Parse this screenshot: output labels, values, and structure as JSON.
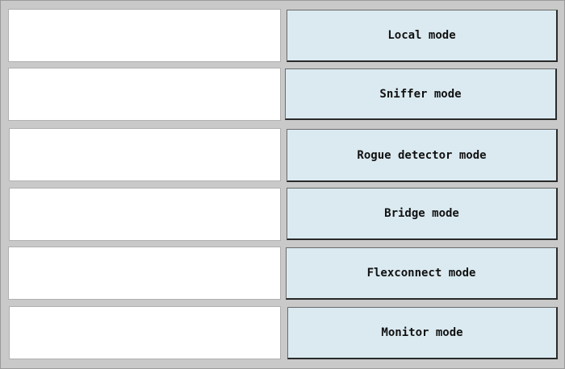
{
  "options": [
    {
      "label": "Local mode"
    },
    {
      "label": "Sniffer mode"
    },
    {
      "label": "Rogue detector mode"
    },
    {
      "label": "Bridge mode"
    },
    {
      "label": "Flexconnect mode"
    },
    {
      "label": "Monitor mode"
    }
  ],
  "colors": {
    "background": "#c9c9c9",
    "drop_target": "#ffffff",
    "option_fill": "#dbeaf1",
    "option_border": "#2a2a2a",
    "text": "#111111"
  }
}
